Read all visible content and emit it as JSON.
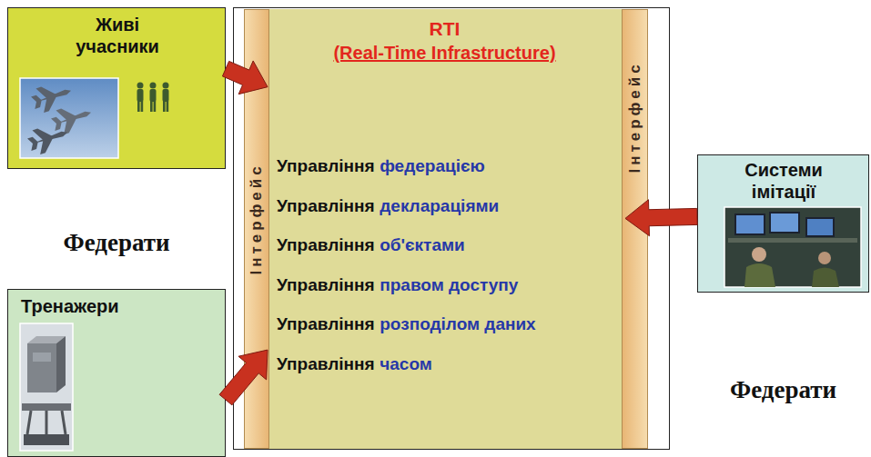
{
  "diagram": {
    "nodes": [
      {
        "text": [
          "Живі учасники"
        ]
      },
      {
        "text": [
          "RTI",
          "(Real-Time Infrastructure)"
        ]
      },
      {
        "text": [
          "Інтерфейс"
        ]
      },
      {
        "text": [
          "Інтерфейс"
        ]
      },
      {
        "text": [
          "Системи імітації"
        ]
      },
      {
        "text": [
          "Тренажери"
        ]
      }
    ],
    "edges": [
      {
        "from": 0,
        "to": 1,
        "arrow": "to"
      },
      {
        "from": 5,
        "to": 1,
        "arrow": "to"
      },
      {
        "from": 4,
        "to": 1,
        "arrow": "to"
      }
    ],
    "labels": [
      "Управління",
      "федерацією",
      "Управління",
      "деклараціями",
      "Управління",
      "об'єктами",
      "Управління",
      "правом доступу",
      "Управління",
      "розподілом даних",
      "Управління",
      "часом",
      "Федерати",
      "Федерати"
    ]
  }
}
